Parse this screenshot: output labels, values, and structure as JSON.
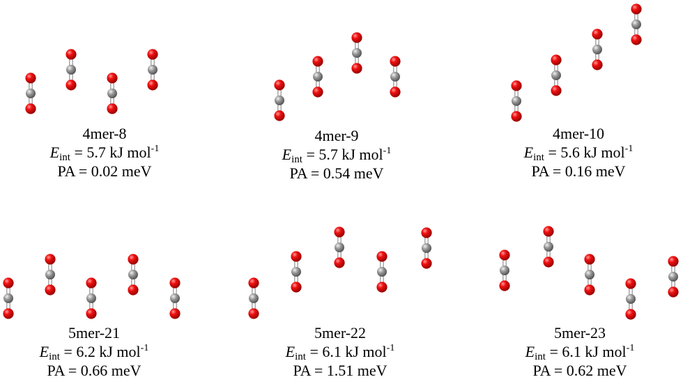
{
  "panels": [
    {
      "name": "4mer-8",
      "e_symbol": "E",
      "e_sub": "int",
      "e_value": " = 5.7 kJ mol",
      "e_unit_sup": "-1",
      "pa_text": "PA = 0.02 meV"
    },
    {
      "name": "4mer-9",
      "e_symbol": "E",
      "e_sub": "int",
      "e_value": " = 5.7 kJ mol",
      "e_unit_sup": "-1",
      "pa_text": "PA = 0.54 meV"
    },
    {
      "name": "4mer-10",
      "e_symbol": "E",
      "e_sub": "int",
      "e_value": " = 5.6 kJ mol",
      "e_unit_sup": "-1",
      "pa_text": "PA = 0.16 meV"
    },
    {
      "name": "5mer-21",
      "e_symbol": "E",
      "e_sub": "int",
      "e_value": " = 6.2 kJ mol",
      "e_unit_sup": "-1",
      "pa_text": "PA = 0.66 meV"
    },
    {
      "name": "5mer-22",
      "e_symbol": "E",
      "e_sub": "int",
      "e_value": " = 6.1 kJ mol",
      "e_unit_sup": "-1",
      "pa_text": "PA = 1.51 meV"
    },
    {
      "name": "5mer-23",
      "e_symbol": "E",
      "e_sub": "int",
      "e_value": " = 6.1 kJ mol",
      "e_unit_sup": "-1",
      "pa_text": "PA = 0.62 meV"
    }
  ],
  "colors": {
    "oxygen": "#e00000",
    "carbon": "#8c8c8c",
    "bond": "#9a9a9a",
    "text": "#000000"
  }
}
